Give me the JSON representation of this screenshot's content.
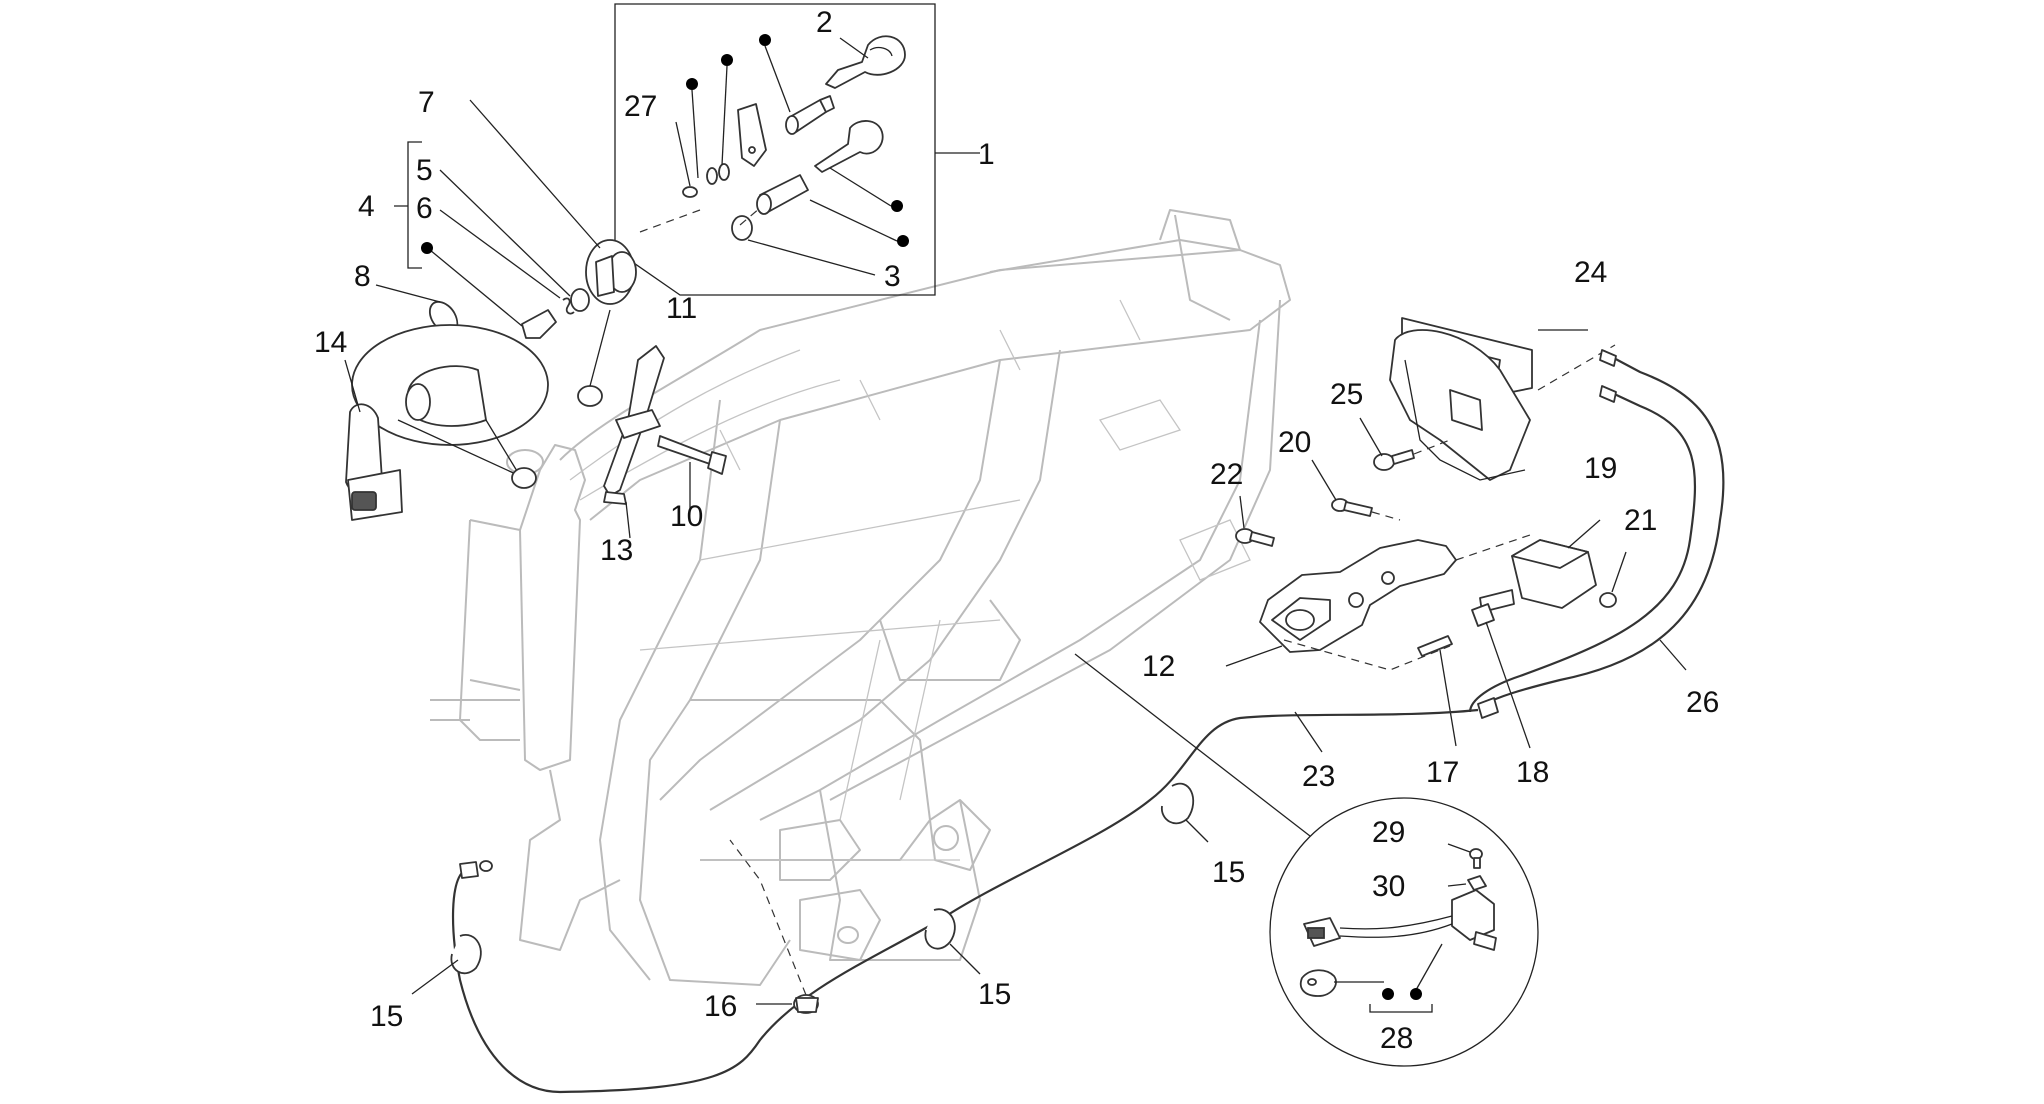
{
  "callouts": {
    "c1": "1",
    "c2": "2",
    "c3": "3",
    "c4": "4",
    "c5": "5",
    "c6": "6",
    "c7": "7",
    "c8": "8",
    "c10": "10",
    "c11": "11",
    "c12": "12",
    "c13": "13",
    "c14": "14",
    "c15a": "15",
    "c15b": "15",
    "c15c": "15",
    "c16": "16",
    "c17": "17",
    "c18": "18",
    "c19": "19",
    "c20": "20",
    "c21": "21",
    "c22": "22",
    "c23": "23",
    "c24": "24",
    "c25": "25",
    "c26": "26",
    "c27": "27",
    "c28": "28",
    "c29": "29",
    "c30": "30"
  },
  "colors": {
    "ink": "#222222",
    "frame": "#bbbbbb",
    "background": "#ffffff"
  }
}
